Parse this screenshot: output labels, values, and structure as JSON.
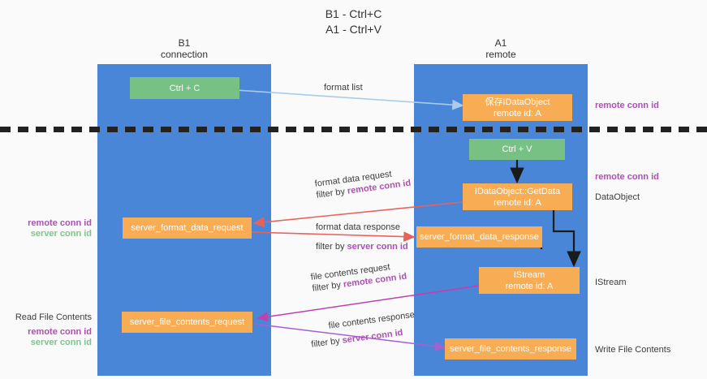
{
  "title": {
    "line1": "B1 - Ctrl+C",
    "line2": "A1 - Ctrl+V"
  },
  "colors": {
    "lane": "#4a86d8",
    "node_green": "#76c183",
    "node_orange": "#f8ad55",
    "remote_conn_id": "#ad4fb5",
    "server_conn_id": "#7dc48c",
    "arrow_blue": "#a8cdea",
    "arrow_red": "#e8625c",
    "arrow_black": "#1a1a1a",
    "arrow_magenta": "#c23fb0",
    "arrow_purple": "#a85fd0"
  },
  "lanes": [
    {
      "id": "b1",
      "line1": "B1",
      "line2": "connection"
    },
    {
      "id": "a1",
      "line1": "A1",
      "line2": "remote"
    }
  ],
  "nodes": [
    {
      "id": "ctrl-c",
      "line1": "Ctrl + C",
      "line2": ""
    },
    {
      "id": "save-idataobject",
      "line1": "保存IDataObject",
      "line2": "remote id: A"
    },
    {
      "id": "ctrl-v",
      "line1": "Ctrl + V",
      "line2": ""
    },
    {
      "id": "idataobject-getdata",
      "line1": "IDataObject::GetData",
      "line2": "remote id: A"
    },
    {
      "id": "server-format-data-request",
      "line1": "server_format_data_request",
      "line2": ""
    },
    {
      "id": "server-format-data-response",
      "line1": "server_format_data_response",
      "line2": ""
    },
    {
      "id": "istream",
      "line1": "IStream",
      "line2": "remote id: A"
    },
    {
      "id": "server-file-contents-request",
      "line1": "server_file_contents_request",
      "line2": ""
    },
    {
      "id": "server-file-contents-response",
      "line1": "server_file_contents_response",
      "line2": ""
    }
  ],
  "edge_labels": {
    "format_list": "format list",
    "format_data_request": "format data request",
    "format_data_request_filter_prefix": "filter by ",
    "format_data_request_filter_value": "remote conn id",
    "format_data_response": "format data response",
    "format_data_response_filter_prefix": "filter by ",
    "format_data_response_filter_value": "server conn id",
    "file_contents_request": "file contents request",
    "file_contents_request_filter_prefix": "filter by ",
    "file_contents_request_filter_value": "remote conn id",
    "file_contents_response": "file contents response",
    "file_contents_response_filter_prefix": "filter by ",
    "file_contents_response_filter_value": "server conn id"
  },
  "side_labels": {
    "right_remote_conn_id_top": "remote conn id",
    "right_remote_conn_id_mid": "remote conn id",
    "right_dataobject": "DataObject",
    "right_istream": "IStream",
    "right_write_file_contents": "Write File Contents",
    "left_remote_conn_id_mid": "remote conn id",
    "left_server_conn_id_mid": "server conn id",
    "left_read_file_contents": "Read File Contents",
    "left_remote_conn_id_bottom": "remote conn id",
    "left_server_conn_id_bottom": "server conn id"
  }
}
